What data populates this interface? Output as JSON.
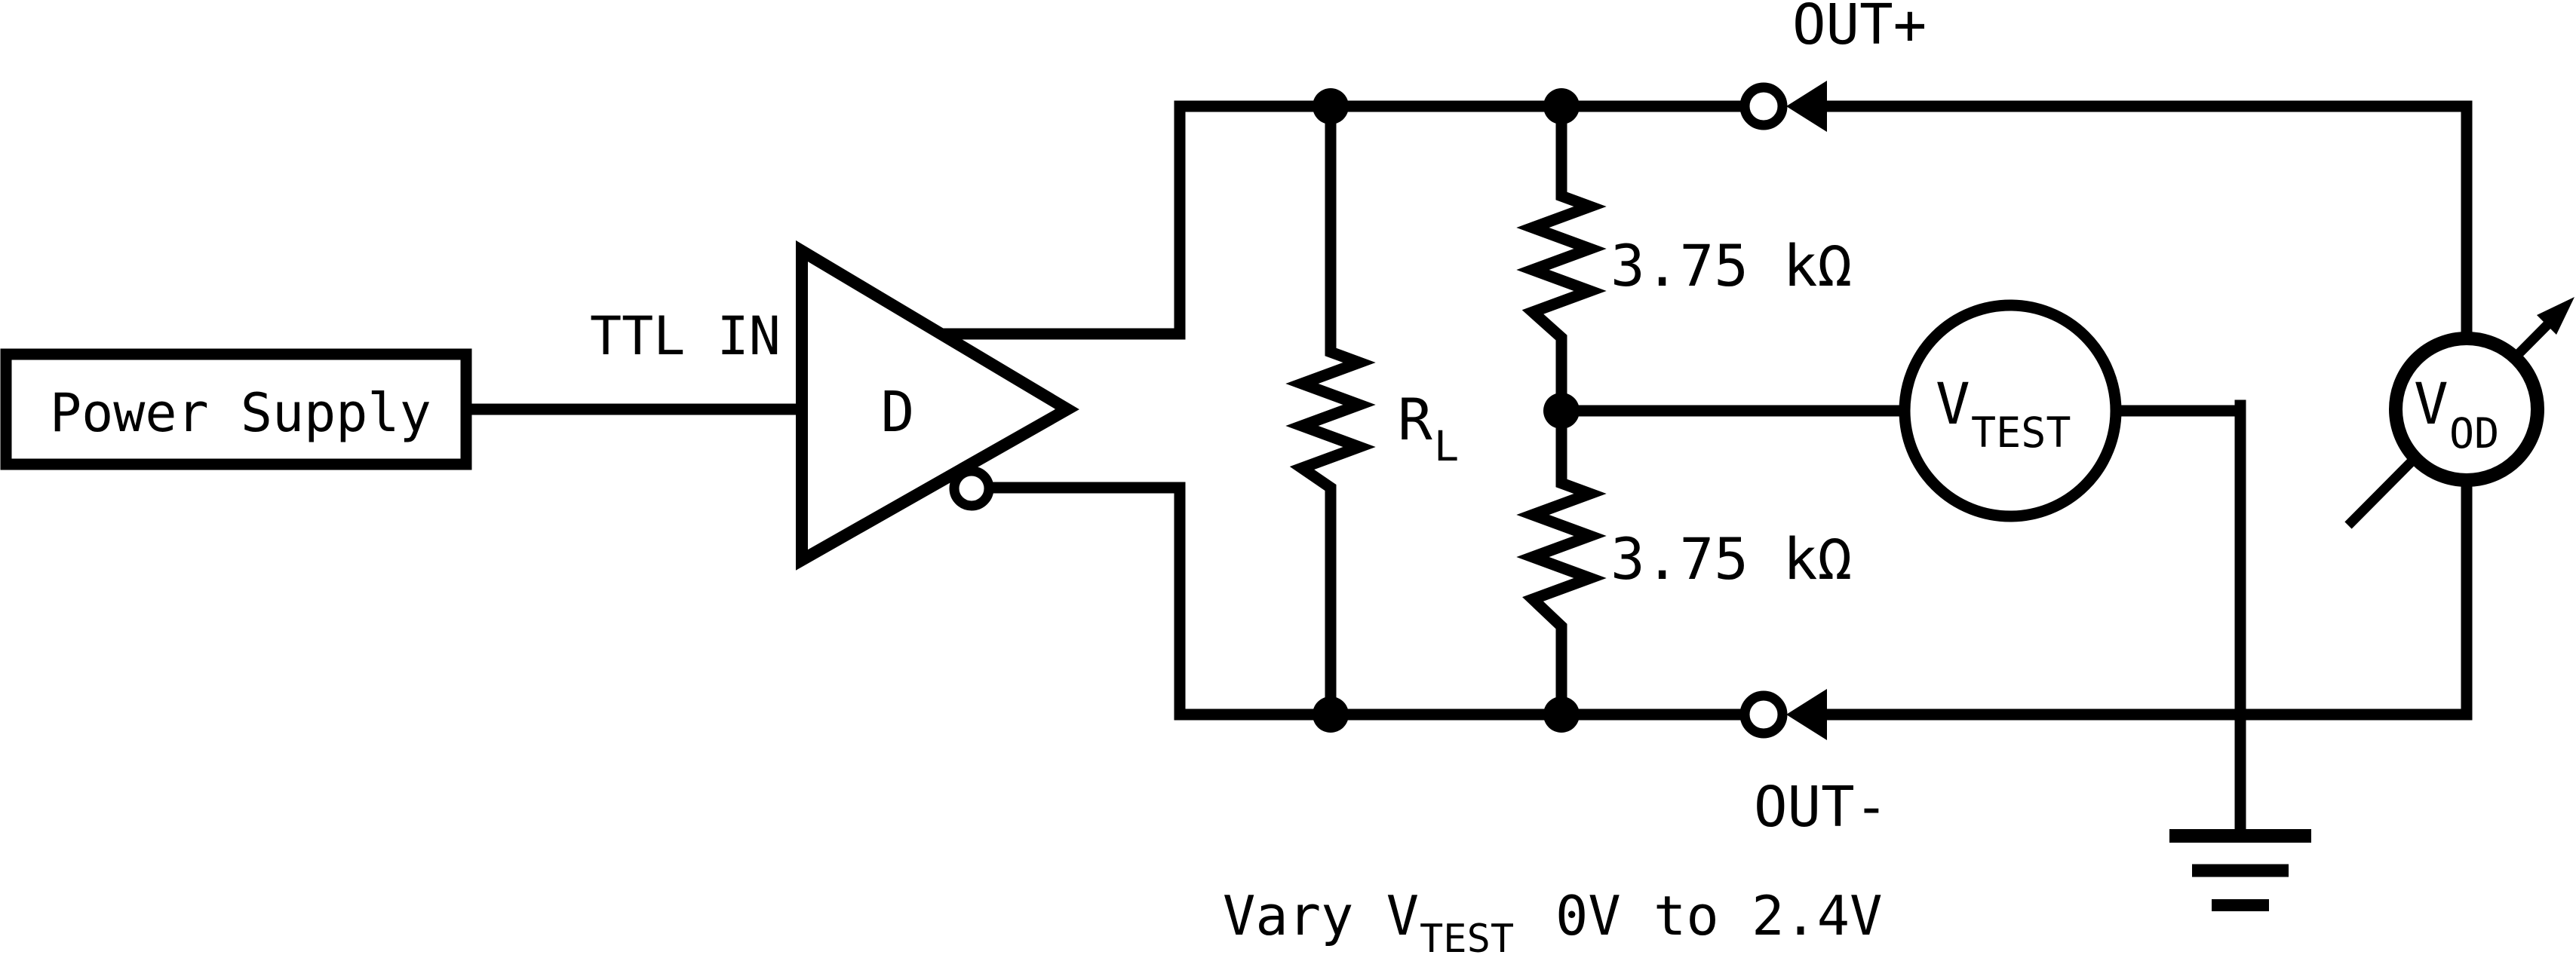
{
  "schematic": {
    "colors": {
      "line": "#000000",
      "background": "#ffffff"
    },
    "power_supply_label": "Power Supply",
    "ttl_in_label": "TTL IN",
    "driver_label": "D",
    "out_plus_label": "OUT+",
    "out_minus_label": "OUT-",
    "resistor_top_value": "3.75 kΩ",
    "resistor_bottom_value": "3.75 kΩ",
    "load_resistor": {
      "symbol": "R",
      "subscript": "L"
    },
    "vtest": {
      "symbol": "V",
      "subscript": "TEST"
    },
    "vod": {
      "symbol": "V",
      "subscript": "OD"
    },
    "note": {
      "prefix": "Vary V",
      "subscript": "TEST",
      "suffix": "0V to 2.4V"
    }
  }
}
